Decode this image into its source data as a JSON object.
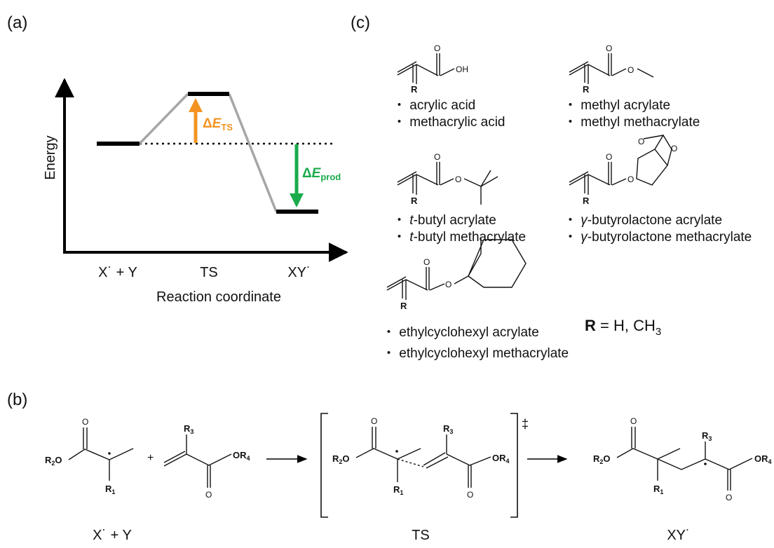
{
  "panel_a": {
    "label": "(a)",
    "y_axis_label": "Energy",
    "x_axis_label": "Reaction coordinate",
    "points": {
      "reactant": "X˙ + Y",
      "ts": "TS",
      "product": "XY˙"
    },
    "delta_ts": {
      "prefix": "Δ",
      "symbol": "E",
      "sub": "TS"
    },
    "delta_prod": {
      "prefix": "Δ",
      "symbol": "E",
      "sub": "prod"
    },
    "colors": {
      "ts_arrow": "#f39422",
      "prod_arrow": "#1aab4b",
      "path": "#a6a6a6",
      "level": "#000000"
    }
  },
  "panel_b": {
    "label": "(b)",
    "reactant_label": "X˙ + Y",
    "ts_label": "TS",
    "product_label": "XY˙",
    "double_dagger": "‡",
    "plus": "+",
    "atoms": {
      "O": "O",
      "R1": "R",
      "R2": "R",
      "R3": "R",
      "R4": "R",
      "s1": "1",
      "s2": "2",
      "s3": "3",
      "s4": "4"
    }
  },
  "panel_c": {
    "label": "(c)",
    "monomers": [
      {
        "name1": "・ acrylic acid",
        "name2": "・ methacrylic acid"
      },
      {
        "name1": "・ methyl acrylate",
        "name2": "・ methyl methacrylate"
      },
      {
        "prefix": "t",
        "name1": "-butyl acrylate",
        "name2": "-butyl methacrylate"
      },
      {
        "prefix": "γ",
        "name1": "-butyrolactone acrylate",
        "name2": "-butyrolactone methacrylate"
      },
      {
        "name1": "・ ethylcyclohexyl acrylate",
        "name2": "・ ethylcyclohexyl methacrylate"
      }
    ],
    "bullet": "・",
    "oh": "OH",
    "o": "O",
    "r": "R",
    "r_def": {
      "bold": "R",
      "rest": " = H, CH",
      "sub": "3"
    }
  }
}
